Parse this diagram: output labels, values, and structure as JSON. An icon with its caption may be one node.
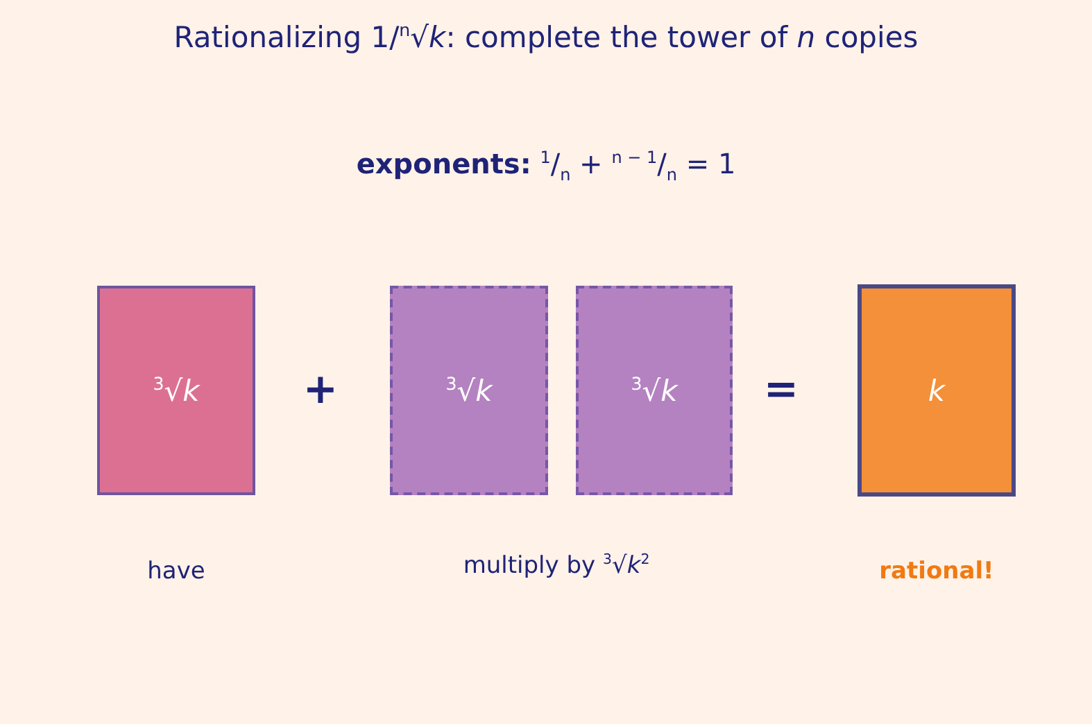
{
  "diagram": {
    "title": "Rationalizing 1/$^{n}$√*k*: complete the tower of *n* copies",
    "caption": "**exponents:** $^{1}$/$_{n}$ + $^{n − 1}$/$_{n}$ = 1",
    "nodes": [
      {
        "text": [
          "$^{3}$√*k*"
        ]
      },
      {
        "text": [
          "$^{3}$√*k*"
        ]
      },
      {
        "text": [
          "$^{3}$√*k*"
        ]
      },
      {
        "text": [
          "*k*"
        ]
      }
    ],
    "edges": [],
    "labels": [
      "+",
      "=",
      "have",
      "multiply by $^{3}$√*k*$^{2}$",
      "rational!"
    ]
  }
}
